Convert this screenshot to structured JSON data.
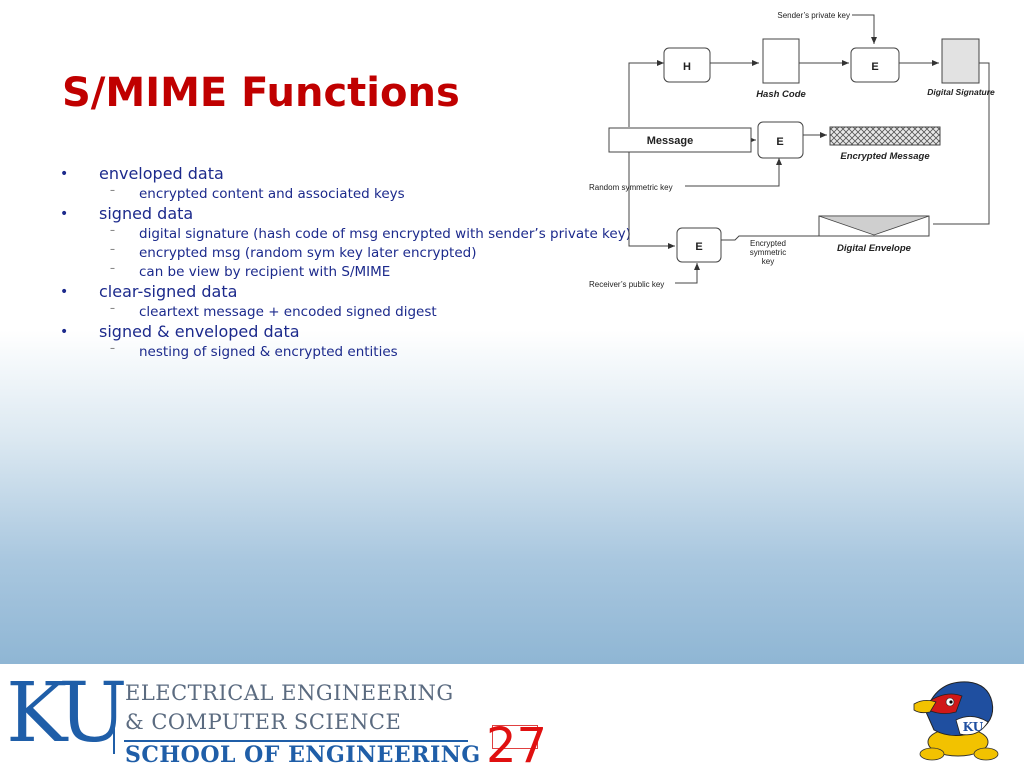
{
  "slide": {
    "title": "S/MIME Functions",
    "bullets": [
      {
        "label": "enveloped data",
        "subs": [
          "encrypted content and associated keys"
        ]
      },
      {
        "label": "signed data",
        "subs": [
          "digital signature (hash code of msg encrypted with sender’s private key)",
          "encrypted msg (random sym key later encrypted)",
          "can be view by recipient with S/MIME"
        ]
      },
      {
        "label": "clear-signed data",
        "subs": [
          "cleartext message + encoded signed digest"
        ]
      },
      {
        "label": "signed & enveloped data",
        "subs": [
          "nesting of signed & encrypted entities"
        ]
      }
    ],
    "bullet_symbol": "•",
    "sub_symbol": "–"
  },
  "diagram": {
    "senders_private_key": "Sender’s private key",
    "hash_box": "H",
    "encrypt_box": "E",
    "hash_code": "Hash Code",
    "digital_signature": "Digital Signature",
    "message": "Message",
    "encrypted_message": "Encrypted Message",
    "random_symmetric_key": "Random symmetric key",
    "encrypted_symmetric_key": [
      "Encrypted",
      "symmetric",
      "key"
    ],
    "digital_envelope": "Digital Envelope",
    "receivers_public_key": "Receiver’s public key"
  },
  "footer": {
    "logo": "KU",
    "dept_line1": "ELECTRICAL ENGINEERING",
    "dept_line2": "& COMPUTER SCIENCE",
    "school": "SCHOOL OF ENGINEERING",
    "page_number": "27",
    "mascot_label": "KU"
  },
  "colors": {
    "title": "#c00000",
    "bullet_text": "#1c2a8c",
    "ku_blue": "#1f5ea8",
    "page_number": "#e01010"
  }
}
